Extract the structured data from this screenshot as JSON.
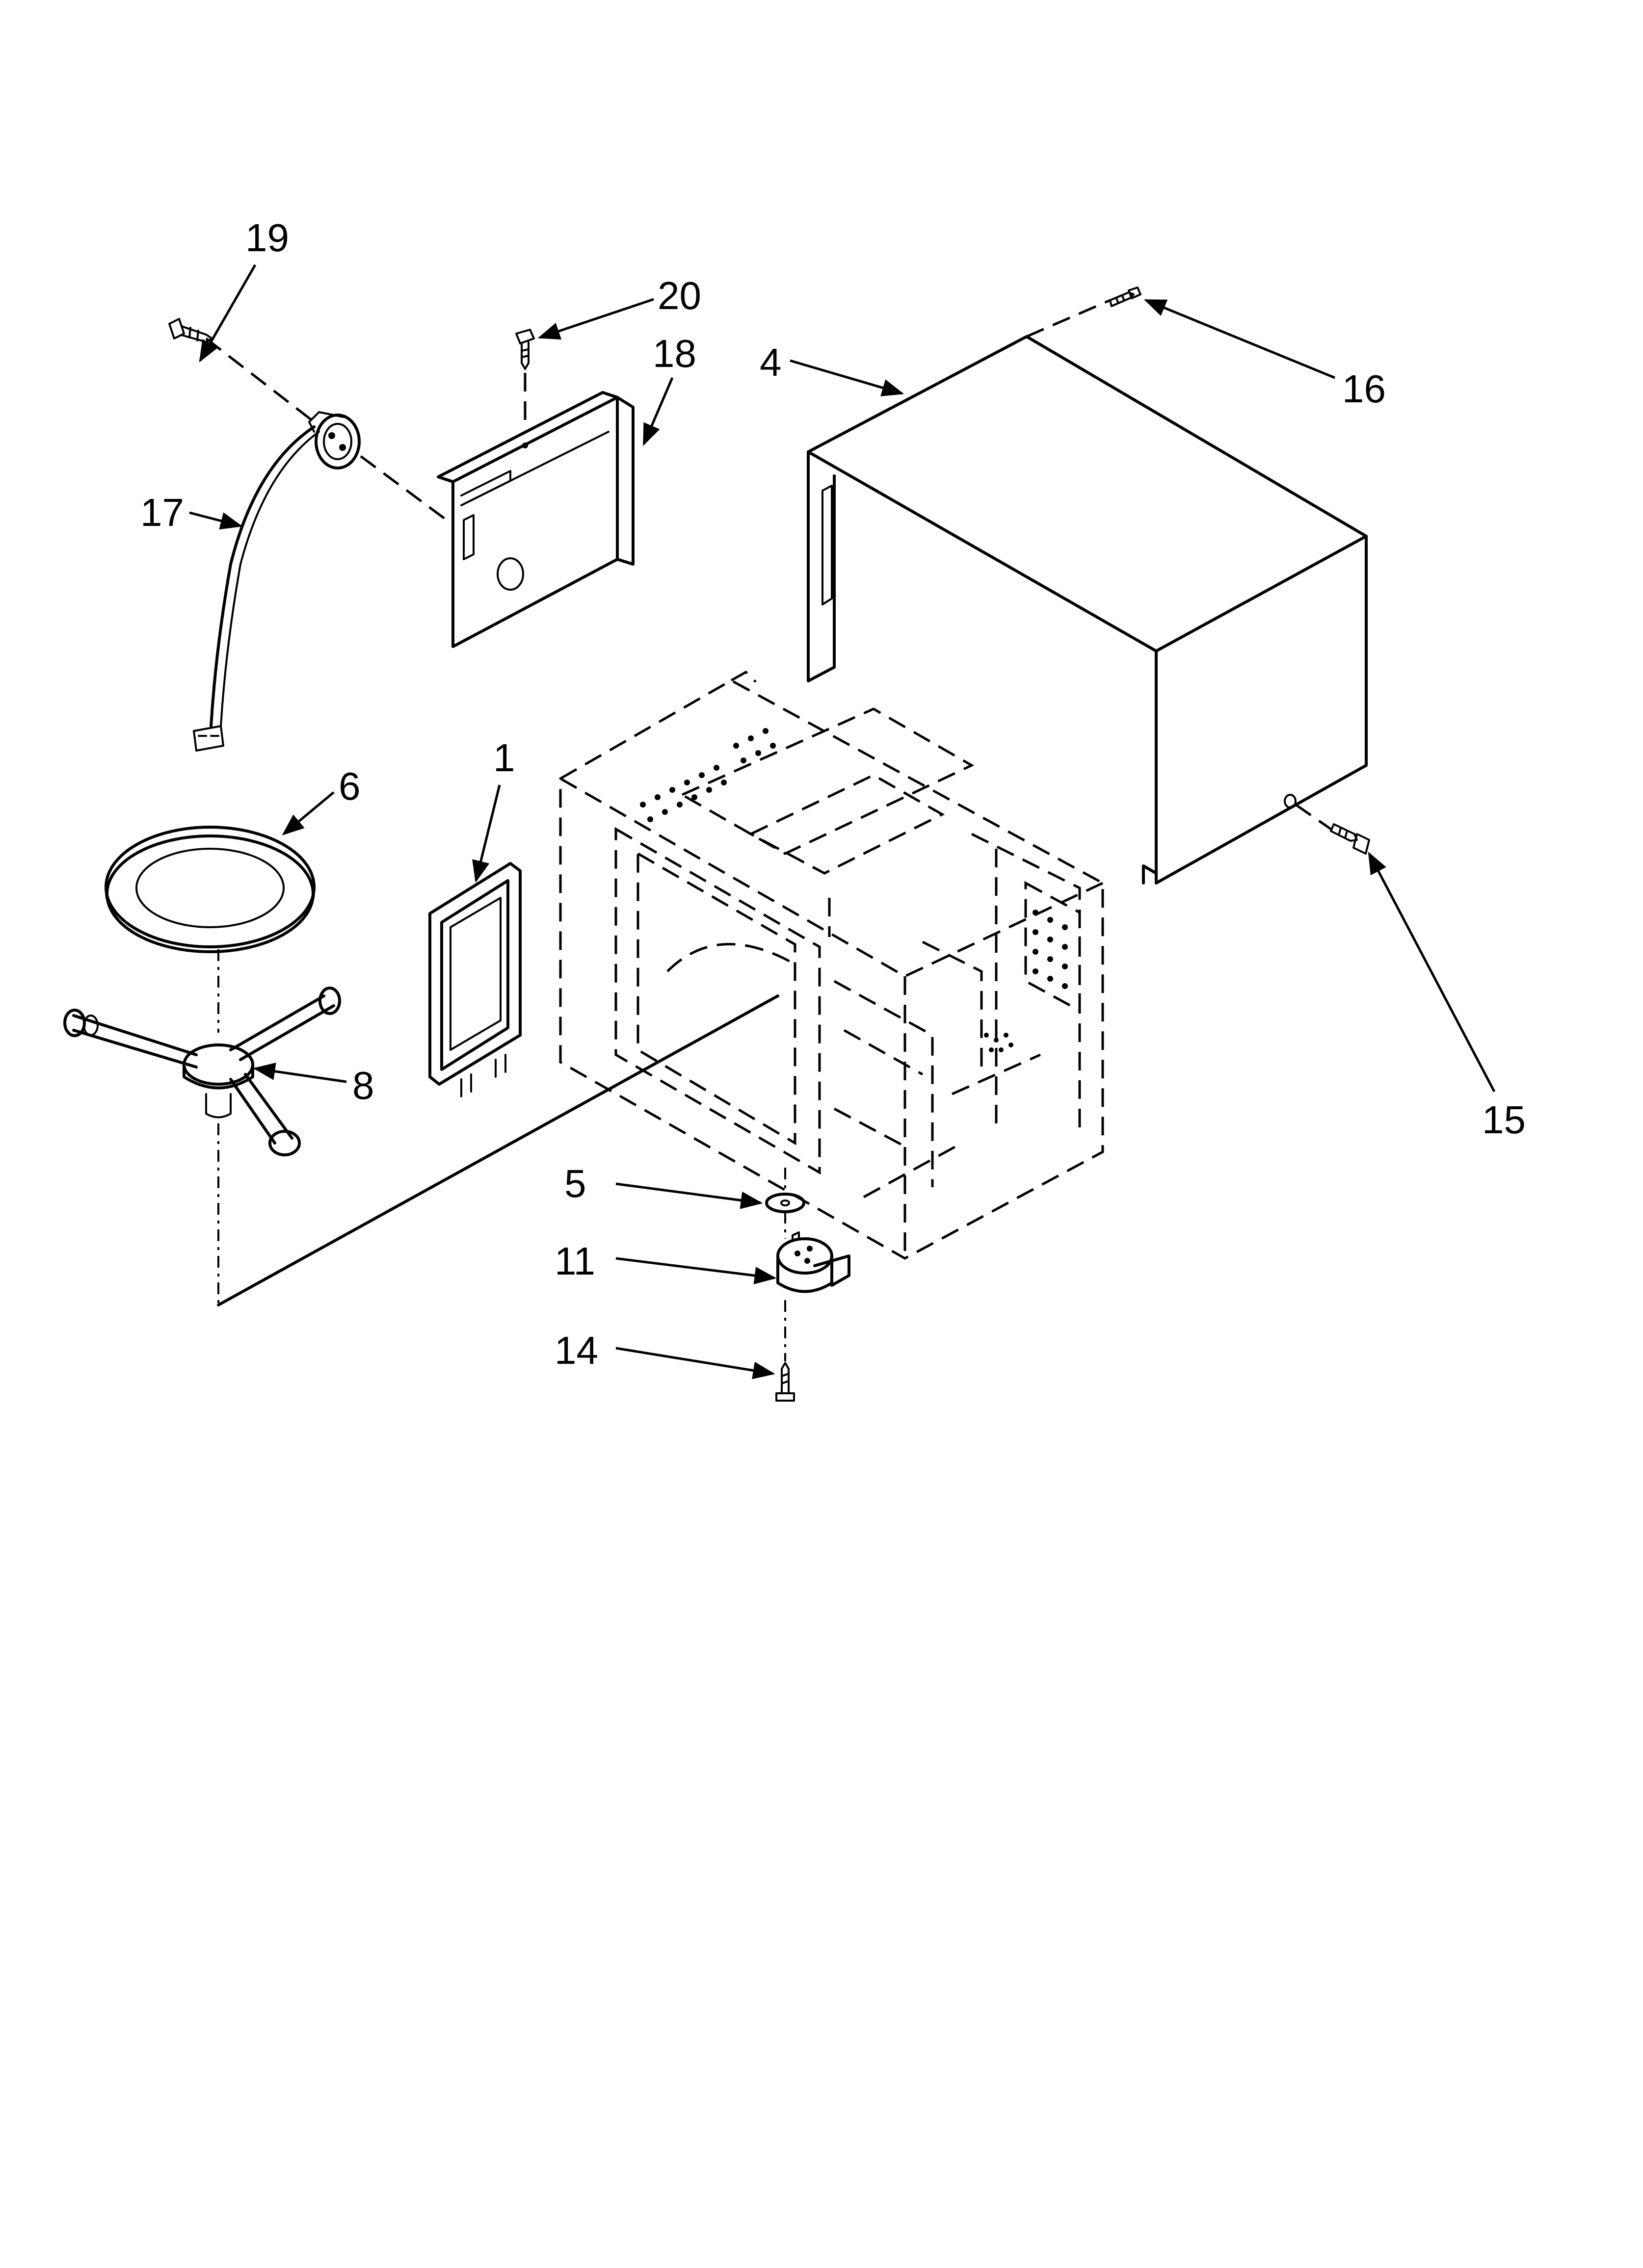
{
  "diagram": {
    "callouts": [
      {
        "id": "c19",
        "label": "19"
      },
      {
        "id": "c20",
        "label": "20"
      },
      {
        "id": "c18",
        "label": "18"
      },
      {
        "id": "c4",
        "label": "4"
      },
      {
        "id": "c16",
        "label": "16"
      },
      {
        "id": "c17",
        "label": "17"
      },
      {
        "id": "c1",
        "label": "1"
      },
      {
        "id": "c6",
        "label": "6"
      },
      {
        "id": "c8",
        "label": "8"
      },
      {
        "id": "c15",
        "label": "15"
      },
      {
        "id": "c5",
        "label": "5"
      },
      {
        "id": "c11",
        "label": "11"
      },
      {
        "id": "c14",
        "label": "14"
      }
    ],
    "colors": {
      "line": "#000000",
      "background": "#ffffff"
    }
  }
}
